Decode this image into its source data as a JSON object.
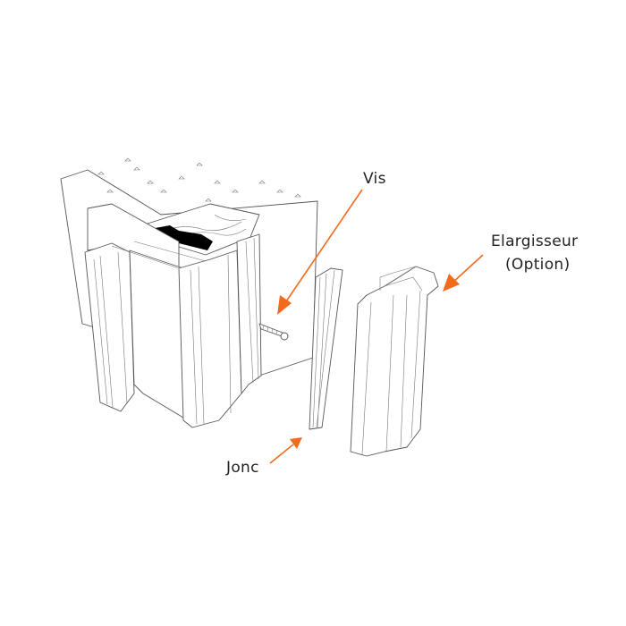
{
  "labels": {
    "vis": "Vis",
    "elargisseur": "Elargisseur",
    "option": "(Option)",
    "jonc": "Jonc"
  },
  "colors": {
    "arrow": "#f26b1d",
    "line": "#555555",
    "gasket": "#000000"
  }
}
